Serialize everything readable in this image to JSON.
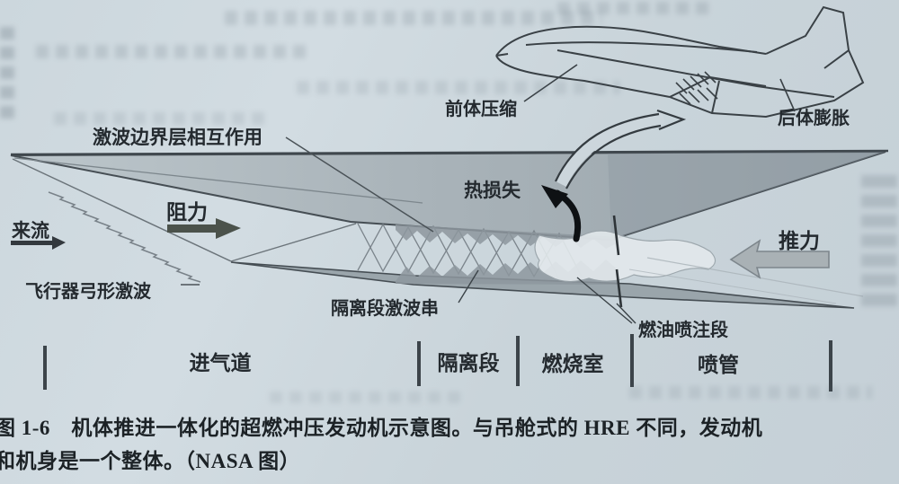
{
  "figure": {
    "caption_line1": "图 1-6　机体推进一体化的超燃冲压发动机示意图。与吊舱式的 HRE 不同，发动机",
    "caption_line2": "和机身是一个整体。（NASA 图）"
  },
  "labels": {
    "shock_boundary_layer": "激波边界层相互作用",
    "forebody_compression": "前体压缩",
    "afterbody_expansion": "后体膨胀",
    "heat_loss": "热损失",
    "drag": "阻力",
    "freestream": "来流",
    "vehicle_bow_shock": "飞行器弓形激波",
    "isolator_shock_train": "隔离段激波串",
    "fuel_injection_section": "燃油喷注段",
    "thrust": "推力",
    "inlet": "进气道",
    "isolator": "隔离段",
    "combustor": "燃烧室",
    "nozzle": "喷管"
  },
  "colors": {
    "paper": "#ccd6dc",
    "body_gray": "#a6b0b6",
    "outline": "#3f474d",
    "drag_arrow": "#4b524b",
    "thrust_arrow_fill": "#a9b1b5",
    "heat_arrow": "#0e1114",
    "text": "#242a2f"
  }
}
